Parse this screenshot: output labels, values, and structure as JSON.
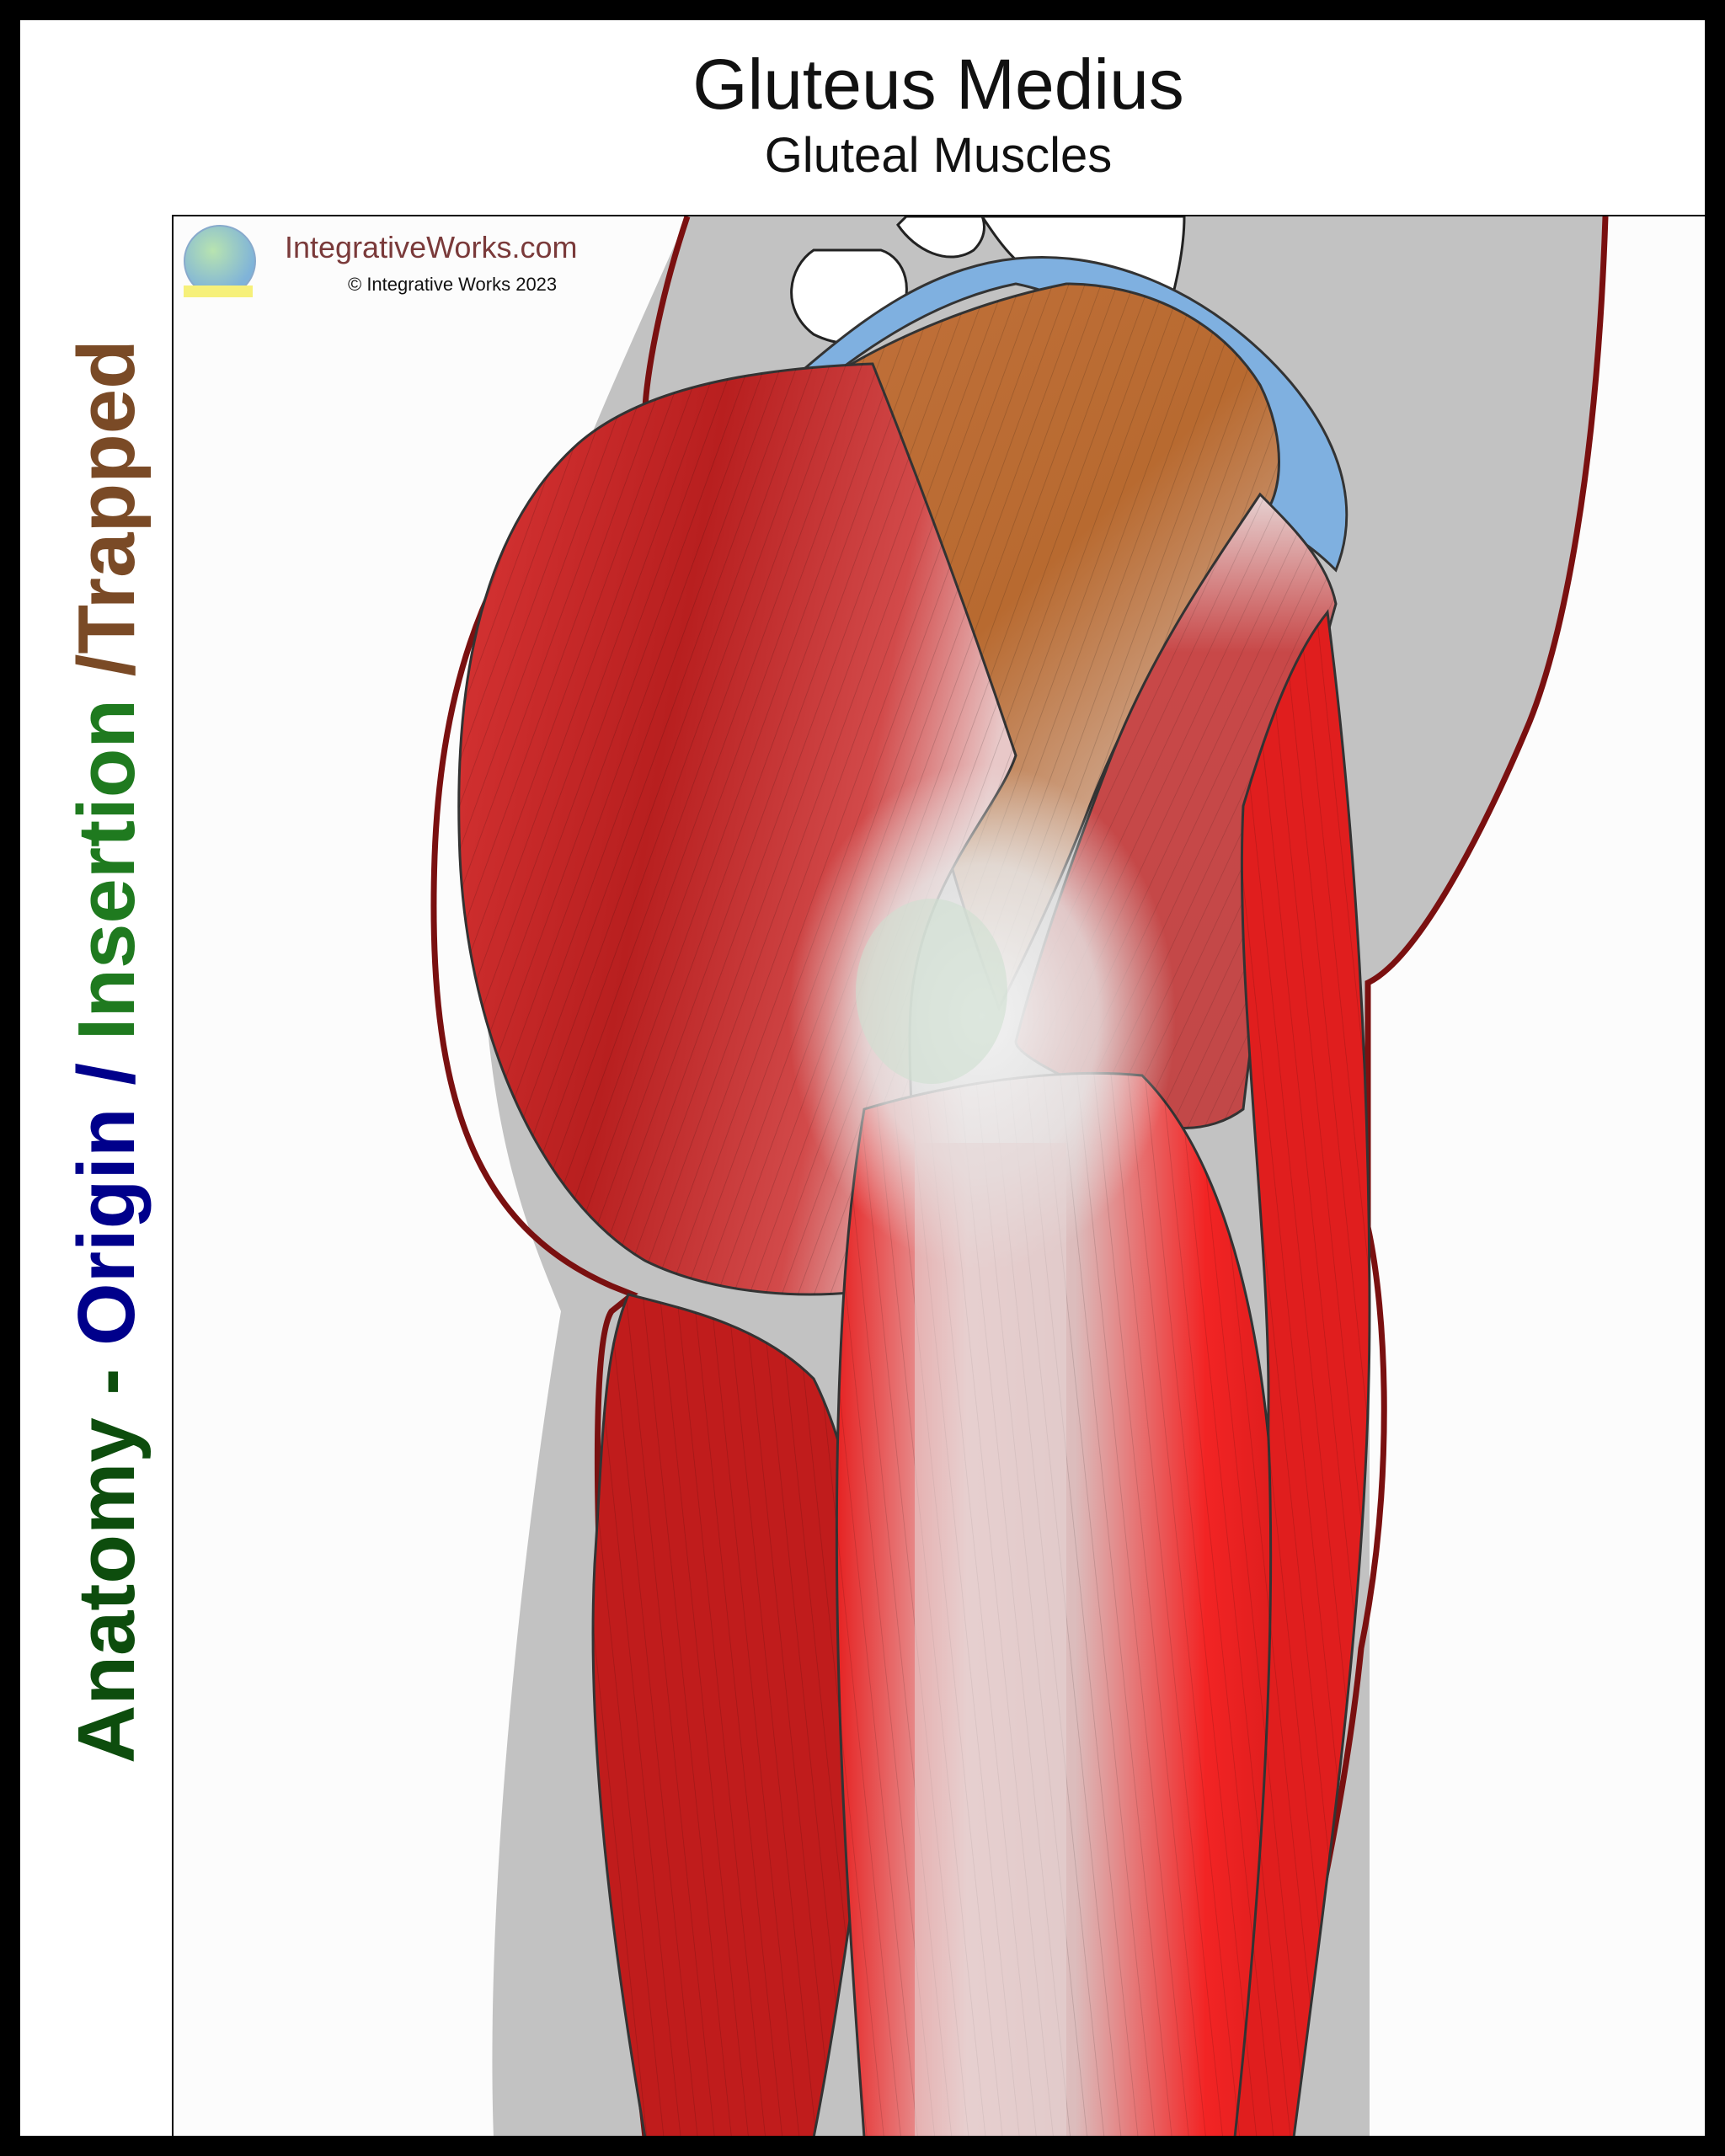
{
  "header": {
    "title": "Gluteus Medius",
    "subtitle": "Gluteal Muscles"
  },
  "side_label": {
    "part1": "Anatomy - ",
    "part2": "Origin / ",
    "part3": "Insertion ",
    "part4": "/Trapped"
  },
  "brand": {
    "site": "IntegrativeWorks.com",
    "copyright": "© Integrative Works 2023"
  },
  "colors": {
    "gluteus_maximus": "#c62a2a",
    "gluteus_medius": "#b8682e",
    "pelvis_highlight": "#7fb0e0",
    "thigh_muscle": "#e01e1e",
    "skin_outline": "#7a1010",
    "background_body": "#c2c2c2"
  }
}
